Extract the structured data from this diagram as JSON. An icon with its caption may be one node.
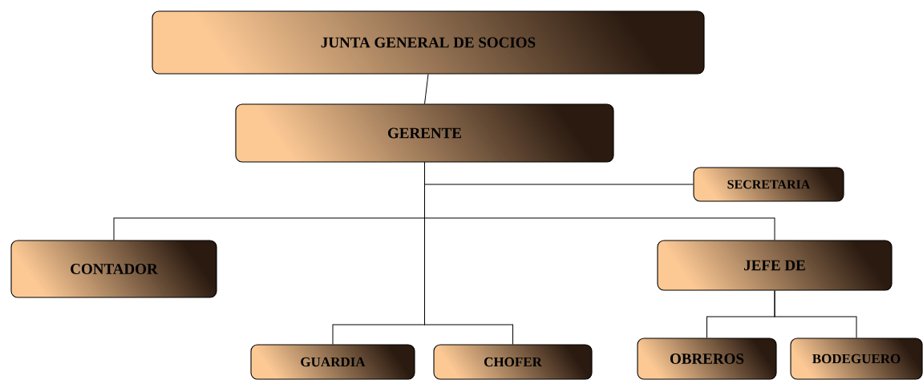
{
  "diagram": {
    "nodes": [
      {
        "text": [
          "JUNTA GENERAL DE SOCIOS"
        ]
      },
      {
        "text": [
          "GERENTE"
        ]
      },
      {
        "text": [
          "SECRETARIA"
        ]
      },
      {
        "text": [
          "CONTADOR"
        ]
      },
      {
        "text": [
          "JEFE DE"
        ]
      },
      {
        "text": [
          "GUARDIA"
        ]
      },
      {
        "text": [
          "CHOFER"
        ]
      },
      {
        "text": [
          "OBREROS"
        ]
      },
      {
        "text": [
          "BODEGUERO"
        ]
      }
    ],
    "edges": [
      {
        "from": 0,
        "to": 1,
        "arrow": "none"
      },
      {
        "from": 1,
        "to": 2,
        "arrow": "none"
      },
      {
        "from": 1,
        "to": 3,
        "arrow": "none"
      },
      {
        "from": 1,
        "to": 4,
        "arrow": "none"
      },
      {
        "from": 1,
        "to": 5,
        "arrow": "none"
      },
      {
        "from": 1,
        "to": 6,
        "arrow": "none"
      },
      {
        "from": 4,
        "to": 7,
        "arrow": "none"
      },
      {
        "from": 4,
        "to": 8,
        "arrow": "none"
      }
    ]
  }
}
